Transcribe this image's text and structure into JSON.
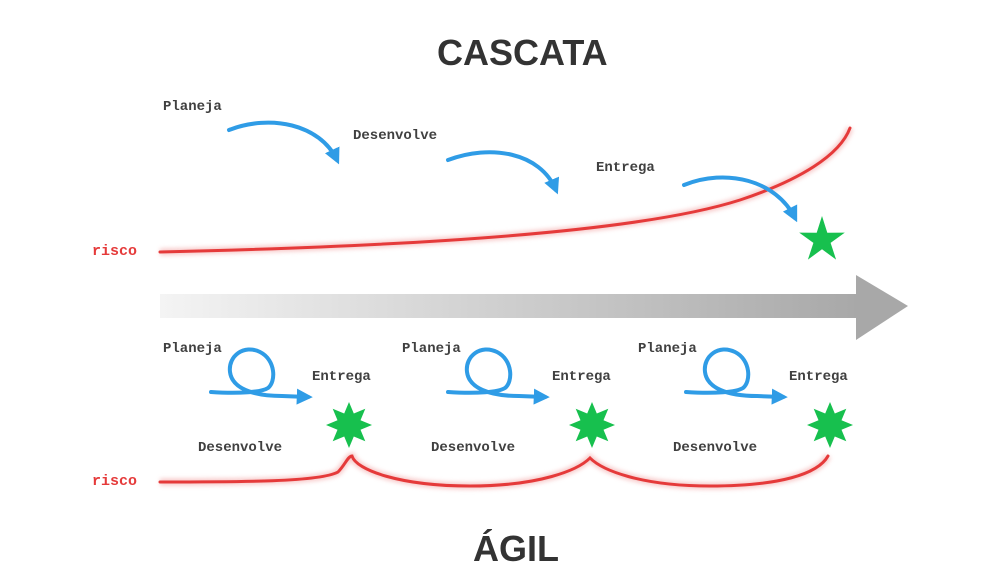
{
  "waterfall": {
    "title": "CASCATA",
    "risk_label": "risco",
    "steps": {
      "plan": "Planeja",
      "develop": "Desenvolve",
      "deliver": "Entrega"
    }
  },
  "agile": {
    "title": "ÁGIL",
    "risk_label": "risco",
    "iterations": [
      {
        "plan": "Planeja",
        "deliver": "Entrega",
        "develop": "Desenvolve"
      },
      {
        "plan": "Planeja",
        "deliver": "Entrega",
        "develop": "Desenvolve"
      },
      {
        "plan": "Planeja",
        "deliver": "Entrega",
        "develop": "Desenvolve"
      }
    ]
  },
  "colors": {
    "arrow": "#2f9ce6",
    "risk": "#e53a3a",
    "star": "#17c04e",
    "timeline": "#a8a8a8",
    "title": "#333333"
  }
}
